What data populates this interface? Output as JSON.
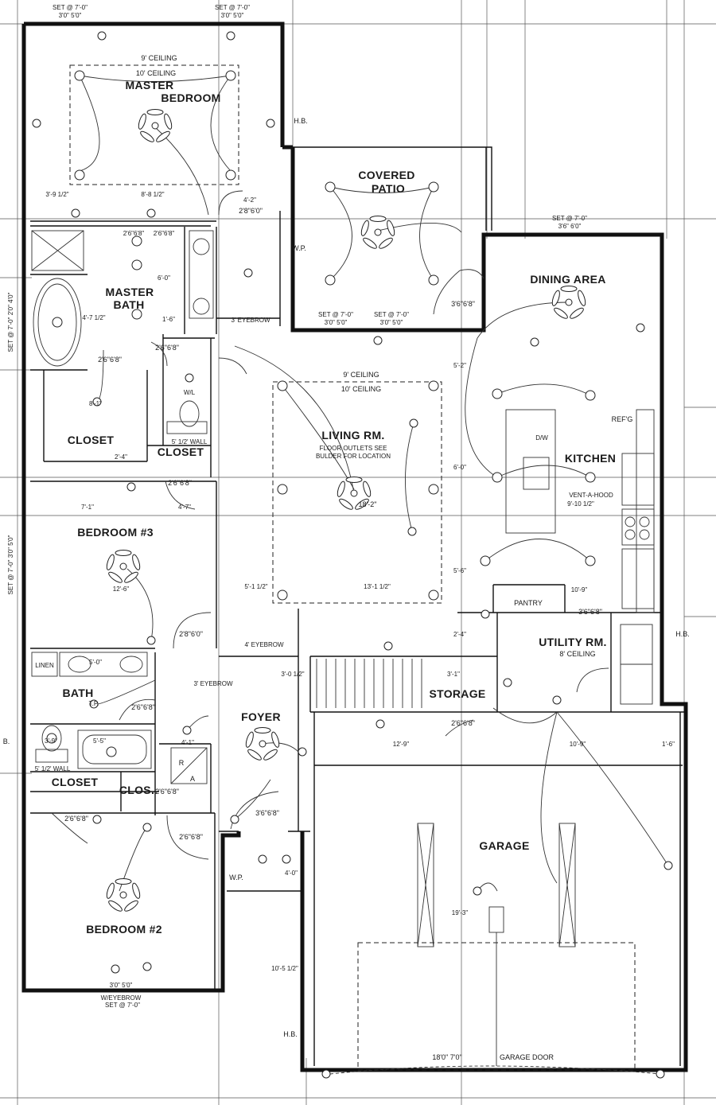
{
  "rooms": {
    "master_bedroom_1": "MASTER",
    "master_bedroom_2": "BEDROOM",
    "covered_patio_1": "COVERED",
    "covered_patio_2": "PATIO",
    "master_bath_1": "MASTER",
    "master_bath_2": "BATH",
    "dining": "DINING AREA",
    "closet_master": "CLOSET",
    "closet_small": "CLOSET",
    "living": "LIVING RM.",
    "kitchen": "KITCHEN",
    "bedroom3": "BEDROOM #3",
    "pantry": "PANTRY",
    "utility": "UTILITY RM.",
    "bath": "BATH",
    "linen": "LINEN",
    "foyer": "FOYER",
    "storage": "STORAGE",
    "closet_hall": "CLOSET",
    "clos": "CLOS.",
    "garage": "GARAGE",
    "bedroom2": "BEDROOM #2"
  },
  "notes": {
    "ceiling9_master": "9' CEILING",
    "ceiling10_master": "10' CEILING",
    "ceiling9_living": "9' CEILING",
    "ceiling10_living": "10' CEILING",
    "floor_outlets_1": "FLOOR OUTLETS SEE",
    "floor_outlets_2": "BULDER FOR LOCATION",
    "utility_ceiling": "8' CEILING",
    "vent_hood": "VENT-A-HOOD",
    "refg": "REF'G",
    "dw": "D/W",
    "half_wall_1": "5' 1/2' WALL",
    "half_wall_2": "5' 1/2' WALL",
    "eyebrow_1": "3' EYEBROW",
    "eyebrow_2": "4' EYEBROW",
    "eyebrow_3": "3' EYEBROW",
    "eyebrow_bottom": "W/EYEBROW",
    "garage_door": "GARAGE DOOR",
    "garage_door_size": "18'0\" 7'0\"",
    "hb_1": "H.B.",
    "hb_2": "H.B.",
    "hb_3": "H.B.",
    "hb_left": "B.",
    "wp_1": "W.P.",
    "wp_2": "W.P.",
    "set_top_1": "SET @ 7'-0\"",
    "size_top_1": "3'0\" 5'0\"",
    "set_top_2": "SET @ 7'-0\"",
    "size_top_2": "3'0\" 5'0\"",
    "set_dining": "SET @ 7'-0\"",
    "size_dining": "3'6\" 6'0\"",
    "set_patio_1": "SET @ 7'-0\"",
    "size_patio_1": "3'0\" 5'0\"",
    "set_patio_2": "SET @ 7'-0\"",
    "size_patio_2": "3'0\" 5'0\"",
    "set_bottom": "SET @ 7'-0\"",
    "size_bottom": "3'0\" 5'0\"",
    "set_left_1": "SET @ 7'-0\" 2'0\" 4'0\"",
    "set_left_2": "SET @ 7'-0\" 3'0\" 5'0\"",
    "r_a_1": "R",
    "r_a_2": "A",
    "wl": "W/L",
    "tp": "T.P."
  },
  "dims": {
    "d1": "3'-9 1/2\"",
    "d2": "8'-8 1/2\"",
    "d3": "4'-2\"",
    "d4": "2'8\"6'0\"",
    "d5": "2'6\"6'8\"",
    "d6": "2'6\"6'8\"",
    "d7": "4'-7 1/2\"",
    "d8": "1'-6\"",
    "d9": "2'6\"6'8\"",
    "d10": "2'6\"6'8\"",
    "d11": "8'-1\"",
    "d12": "2'-4\"",
    "d13": "2'6\"6'8\"",
    "d14": "4'-7\"",
    "d15": "7'-1\"",
    "d16": "12'-6\"",
    "d17": "2'8\"6'0\"",
    "d18": "3'6\"6'8\"",
    "d19": "5'-2\"",
    "d20": "6'-0\"",
    "d21": "5'-6\"",
    "d22": "2'-4\"",
    "d23": "9'-10 1/2\"",
    "d24": "10'-9\"",
    "d25": "3'6\"6'8\"",
    "d26": "5'-1 1/2\"",
    "d27": "13'-1 1/2\"",
    "d28": "3'-0 1/2\"",
    "d29": "2'6\"6'8\"",
    "d30": "4'-1\"",
    "d31": "2'6\"6'8\"",
    "d32": "2'6\"6'8\"",
    "d33": "2'6\"6'8\"",
    "d34": "3'6\"6'8\"",
    "d35": "12'-9\"",
    "d36": "10'-9\"",
    "d37": "1'-6\"",
    "d38": "4'-0\"",
    "d39": "19'-3\"",
    "d40": "10'-5 1/2\"",
    "d41": "3'-1\"",
    "d42": "2'6\"6'8\"",
    "d43": "5'-0\"",
    "d44": "3'-9\"",
    "d45": "5'-5\"",
    "d46": "6'-0\"",
    "d47": "18'-2\""
  },
  "colors": {
    "ink": "#111111",
    "paper": "#ffffff"
  }
}
